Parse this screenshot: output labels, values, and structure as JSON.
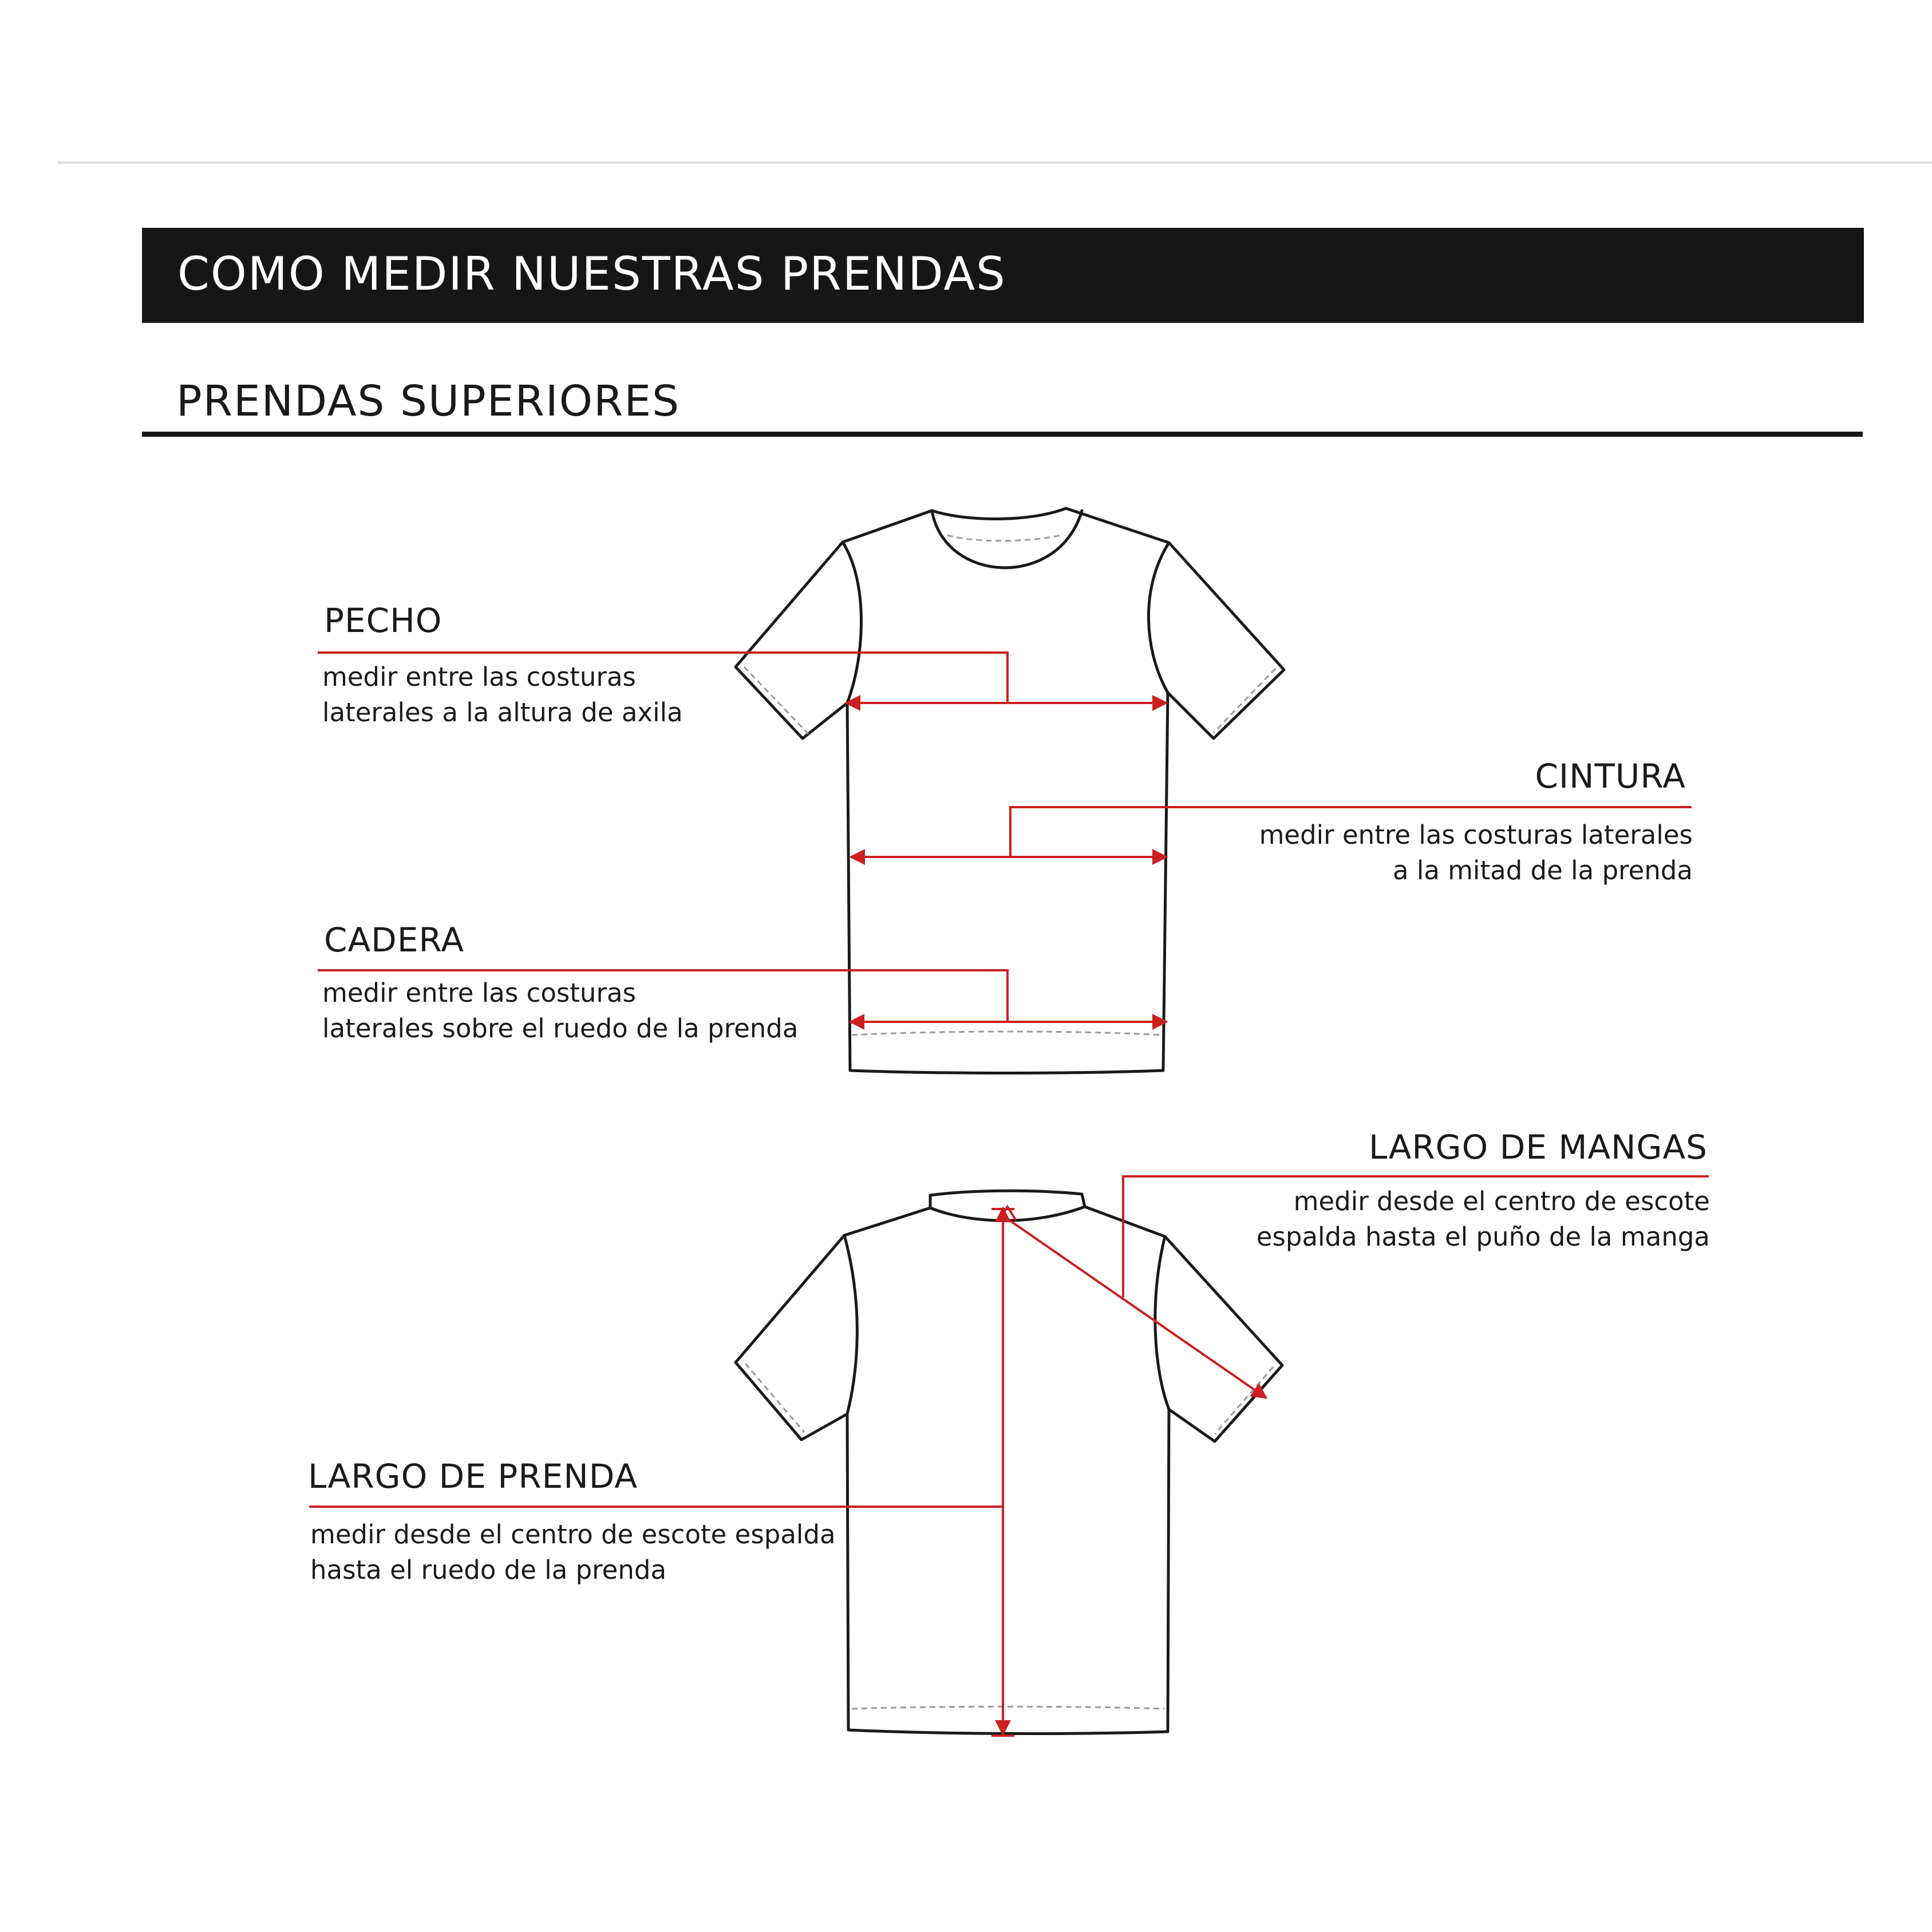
{
  "page": {
    "header_title": "COMO MEDIR NUESTRAS PRENDAS",
    "section_title": "PRENDAS SUPERIORES"
  },
  "colors": {
    "banner_background": "#161616",
    "banner_text": "#ffffff",
    "measure_line": "#cc1f1f",
    "garment_outline": "#1a1a1a",
    "stitch": "#9a9a9a"
  },
  "measurements": {
    "pecho": {
      "label": "PECHO",
      "lines": [
        "medir entre las costuras",
        "laterales a la altura de axila"
      ]
    },
    "cintura": {
      "label": "CINTURA",
      "lines": [
        "medir entre las costuras laterales",
        "a la mitad de la prenda"
      ]
    },
    "cadera": {
      "label": "CADERA",
      "lines": [
        "medir entre las costuras",
        "laterales sobre el ruedo de la prenda"
      ]
    },
    "largo_mangas": {
      "label": "LARGO DE MANGAS",
      "lines": [
        "medir desde el centro de escote",
        "espalda hasta el puño de la manga"
      ]
    },
    "largo_prenda": {
      "label": "LARGO DE PRENDA",
      "lines": [
        "medir desde el centro de escote espalda",
        "hasta el ruedo de la prenda"
      ]
    }
  }
}
